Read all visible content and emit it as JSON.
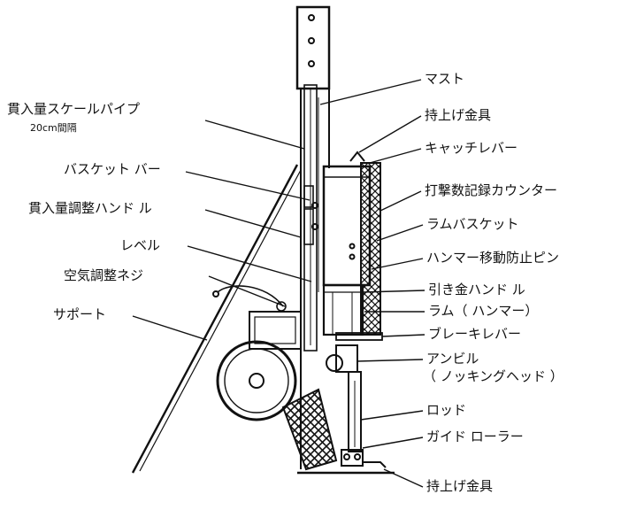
{
  "labels_left": [
    {
      "key": "penetration-scale-pipe",
      "text": "貫入量スケールパイプ"
    },
    {
      "key": "penetration-scale-note",
      "text": "20cm間隔"
    },
    {
      "key": "basket-bar",
      "text": "バスケット バー"
    },
    {
      "key": "penetration-adjust-handle",
      "text": "貫入量調整ハンド ル"
    },
    {
      "key": "level",
      "text": "レベル"
    },
    {
      "key": "air-adjust-screw",
      "text": "空気調整ネジ"
    },
    {
      "key": "support",
      "text": "サポート"
    }
  ],
  "labels_right": [
    {
      "key": "mast",
      "text": "マスト"
    },
    {
      "key": "lifting-bracket-top",
      "text": "持上げ金具"
    },
    {
      "key": "catch-lever",
      "text": "キャッチレバー"
    },
    {
      "key": "blow-counter",
      "text": "打撃数記録カウンター"
    },
    {
      "key": "ram-basket",
      "text": "ラムバスケット"
    },
    {
      "key": "hammer-stop-pin",
      "text": "ハンマー移動防止ピン"
    },
    {
      "key": "trigger-handle",
      "text": "引き金ハンド ル"
    },
    {
      "key": "ram-hammer",
      "text": "ラム（ ハンマー）"
    },
    {
      "key": "brake-lever",
      "text": "ブレーキレバー"
    },
    {
      "key": "anvil",
      "text": "アンビル"
    },
    {
      "key": "knocking-head",
      "text": "（ ノッキングヘッド ）"
    },
    {
      "key": "rod",
      "text": "ロッド"
    },
    {
      "key": "guide-roller",
      "text": "ガイド ローラー"
    },
    {
      "key": "lifting-bracket-bottom",
      "text": "持上げ金具"
    }
  ],
  "colors": {
    "ink": "#111111",
    "background": "#ffffff"
  }
}
